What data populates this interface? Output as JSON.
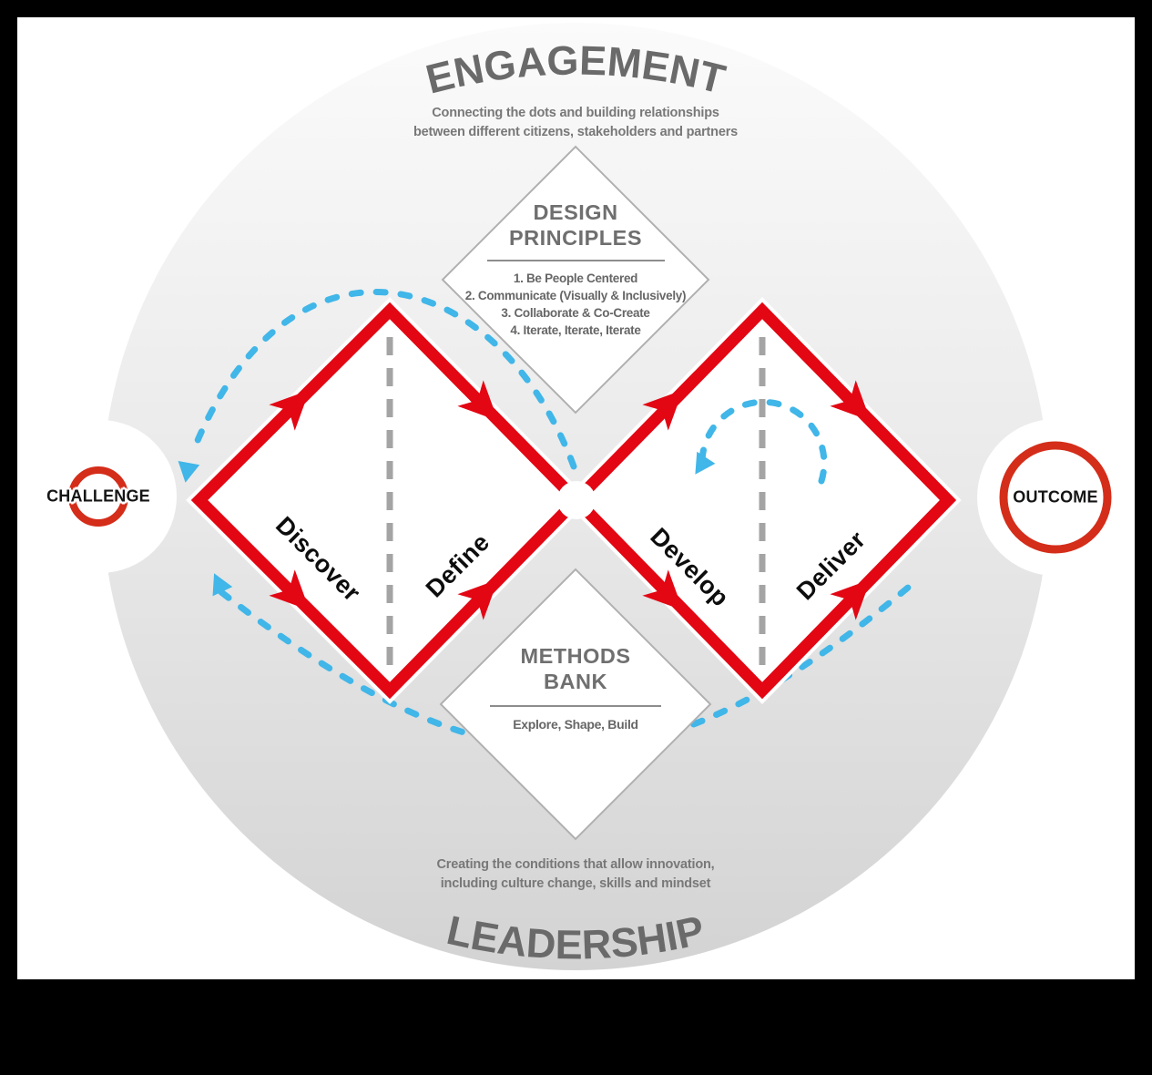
{
  "colors": {
    "frame_black": "#000000",
    "canvas_white": "#ffffff",
    "stage_gray_top": "#fbfbfb",
    "stage_gray_bottom": "#d3d3d3",
    "diamond_red": "#e30613",
    "ring_red": "#d42d1a",
    "iteration_blue": "#41b6e8",
    "guide_gray": "#a4a4a4",
    "heading_gray": "#6f6f6f"
  },
  "engagement": {
    "title": "ENGAGEMENT",
    "subtitle_line1": "Connecting the dots and building relationships",
    "subtitle_line2": "between different citizens, stakeholders and partners"
  },
  "leadership": {
    "title": "LEADERSHIP",
    "subtitle_line1": "Creating the conditions that allow innovation,",
    "subtitle_line2": "including culture change, skills and mindset"
  },
  "design_principles": {
    "title_line1": "DESIGN",
    "title_line2": "PRINCIPLES",
    "items": [
      "1. Be People Centered",
      "2. Communicate (Visually & Inclusively)",
      "3. Collaborate & Co-Create",
      "4. Iterate, Iterate, Iterate"
    ]
  },
  "methods_bank": {
    "title_line1": "METHODS",
    "title_line2": "BANK",
    "subtitle": "Explore, Shape, Build"
  },
  "phases": {
    "discover": "Discover",
    "define": "Define",
    "develop": "Develop",
    "deliver": "Deliver"
  },
  "endpoints": {
    "challenge": "CHALLENGE",
    "outcome": "OUTCOME"
  }
}
